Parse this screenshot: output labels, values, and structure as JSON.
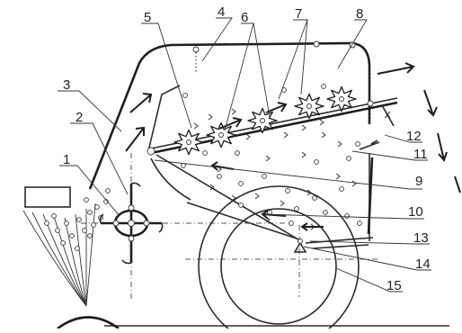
{
  "callouts": [
    {
      "id": "c1",
      "label": "1"
    },
    {
      "id": "c2",
      "label": "2"
    },
    {
      "id": "c3",
      "label": "3"
    },
    {
      "id": "c4",
      "label": "4"
    },
    {
      "id": "c5",
      "label": "5"
    },
    {
      "id": "c6",
      "label": "6"
    },
    {
      "id": "c7",
      "label": "7"
    },
    {
      "id": "c8",
      "label": "8"
    },
    {
      "id": "c9",
      "label": "9"
    },
    {
      "id": "c10",
      "label": "10"
    },
    {
      "id": "c11",
      "label": "11"
    },
    {
      "id": "c12",
      "label": "12"
    },
    {
      "id": "c13",
      "label": "13"
    },
    {
      "id": "c14",
      "label": "14"
    },
    {
      "id": "c15",
      "label": "15"
    }
  ],
  "annotations": {
    "gap_mark": "x"
  }
}
